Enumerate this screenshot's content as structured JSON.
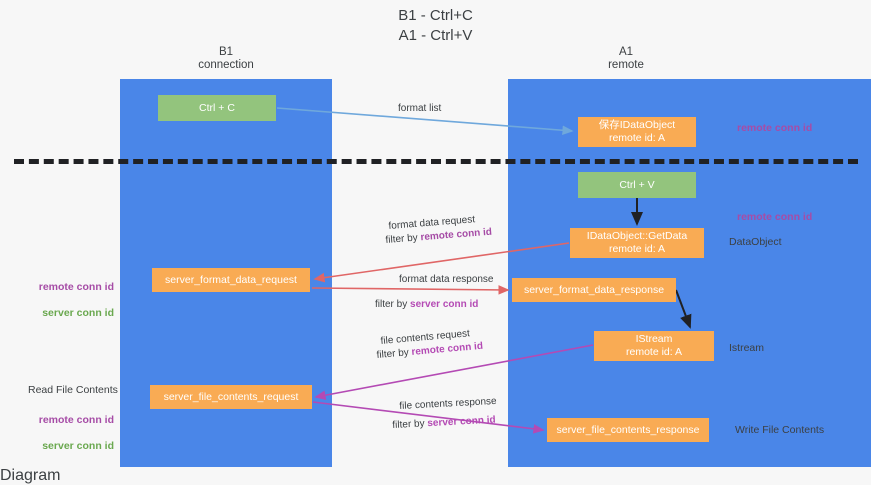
{
  "title": "B1 - Ctrl+C\nA1 - Ctrl+V",
  "lanes": [
    {
      "id": "b1",
      "header": "B1\nconnection",
      "color": "#4a86e8"
    },
    {
      "id": "a1",
      "header": "A1\nremote",
      "color": "#4a86e8"
    }
  ],
  "nodes": {
    "ctrl_c": {
      "label": "Ctrl + C",
      "color": "#93c47d"
    },
    "dataobject_store": {
      "label": "保存IDataObject\nremote id: A",
      "color": "#f9ab54"
    },
    "ctrl_v": {
      "label": "Ctrl + V",
      "color": "#93c47d"
    },
    "getdata": {
      "label": "IDataObject::GetData\nremote id: A",
      "color": "#f9ab54"
    },
    "server_format_data_request": {
      "label": "server_format_data_request",
      "color": "#f9ab54"
    },
    "server_format_data_response": {
      "label": "server_format_data_response",
      "color": "#f9ab54"
    },
    "istream": {
      "label": "IStream\nremote id: A",
      "color": "#f9ab54"
    },
    "server_file_contents_request": {
      "label": "server_file_contents_request",
      "color": "#f9ab54"
    },
    "server_file_contents_response": {
      "label": "server_file_contents_response",
      "color": "#f9ab54"
    }
  },
  "edge_labels": {
    "format_list": "format list",
    "format_data_request": "format data request",
    "format_data_request_filter_prefix": "filter by ",
    "format_data_request_filter_key": "remote conn id",
    "format_data_response": "format data response",
    "format_data_response_filter_prefix": "filter by ",
    "format_data_response_filter_key": "server conn id",
    "file_contents_request": "file contents request",
    "file_contents_request_filter_prefix": "filter by ",
    "file_contents_request_filter_key": "remote conn id",
    "file_contents_response": "file contents response",
    "file_contents_response_filter_prefix": "filter by ",
    "file_contents_response_filter_key": "server conn id"
  },
  "annotations": {
    "remote_conn_id_top": "remote conn id",
    "remote_conn_id_mid": "remote conn id",
    "dataobject": "DataObject",
    "istream": "Istream",
    "write_file_contents": "Write File Contents",
    "read_file_contents": "Read File Contents",
    "left_ids_mid": "remote conn id\nserver conn id",
    "left_ids_bottom": "remote conn id\nserver conn id"
  },
  "colors": {
    "lane": "#4a86e8",
    "green_node": "#93c47d",
    "orange_node": "#f9ab54",
    "purple_text": "#a64ca6",
    "green_text": "#6aa84f",
    "blue_arrow": "#6fa8dc",
    "red_arrow": "#e06666",
    "magenta_arrow": "#b44ab4",
    "black_arrow": "#202124",
    "background": "#f7f7f7"
  }
}
